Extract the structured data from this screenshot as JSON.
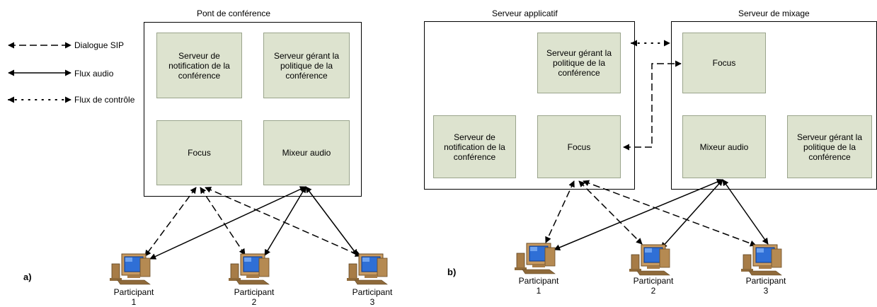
{
  "legend": {
    "sip": "Dialogue SIP",
    "audio": "Flux audio",
    "control": "Flux de contrôle"
  },
  "panel_a": {
    "label": "a)",
    "container_title": "Pont de conférence",
    "boxes": {
      "notification": "Serveur de\nnotification de la\nconférence",
      "policy": "Serveur gérant la\npolitique de la\nconférence",
      "focus": "Focus",
      "mixer": "Mixeur audio"
    },
    "participants": [
      "Participant\n1",
      "Participant\n2",
      "Participant\n3"
    ]
  },
  "panel_b": {
    "label": "b)",
    "app_title": "Serveur applicatif",
    "mix_title": "Serveur de mixage",
    "boxes": {
      "app_policy": "Serveur gérant la\npolitique de la\nconférence",
      "app_notification": "Serveur de\nnotification de la\nconférence",
      "app_focus": "Focus",
      "mix_focus": "Focus",
      "mix_mixer": "Mixeur audio",
      "mix_policy": "Serveur gérant la\npolitique de la\nconférence"
    },
    "participants": [
      "Participant\n1",
      "Participant\n2",
      "Participant\n3"
    ]
  },
  "colors": {
    "box_fill": "#dde3cf",
    "box_border": "#9aa48c",
    "screen": "#2f6fd6",
    "computer_body": "#b58a52"
  }
}
